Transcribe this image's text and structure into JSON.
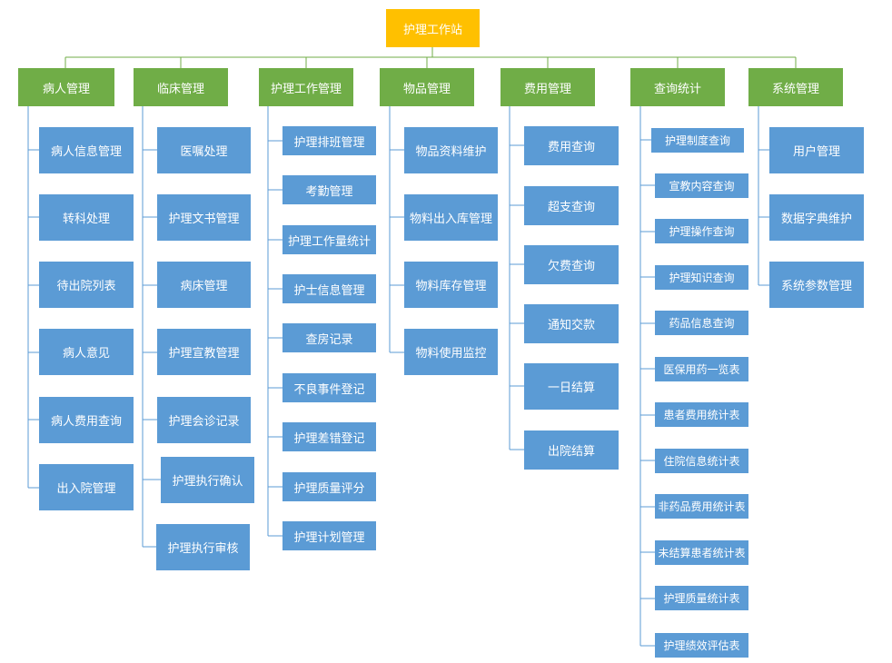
{
  "root": {
    "label": "护理工作站"
  },
  "categories": [
    {
      "label": "病人管理",
      "items": [
        "病人信息管理",
        "转科处理",
        "待出院列表",
        "病人意见",
        "病人费用查询",
        "出入院管理"
      ]
    },
    {
      "label": "临床管理",
      "items": [
        "医嘱处理",
        "护理文书管理",
        "病床管理",
        "护理宣教管理",
        "护理会诊记录",
        "护理执行确认",
        "护理执行审核"
      ]
    },
    {
      "label": "护理工作管理",
      "items": [
        "护理排班管理",
        "考勤管理",
        "护理工作量统计",
        "护士信息管理",
        "查房记录",
        "不良事件登记",
        "护理差错登记",
        "护理质量评分",
        "护理计划管理"
      ]
    },
    {
      "label": "物品管理",
      "items": [
        "物品资料维护",
        "物料出入库管理",
        "物料库存管理",
        "物料使用监控"
      ]
    },
    {
      "label": "费用管理",
      "items": [
        "费用查询",
        "超支查询",
        "欠费查询",
        "通知交款",
        "一日结算",
        "出院结算"
      ]
    },
    {
      "label": "查询统计",
      "items": [
        "护理制度查询",
        "宣教内容查询",
        "护理操作查询",
        "护理知识查询",
        "药品信息查询",
        "医保用药一览表",
        "患者费用统计表",
        "住院信息统计表",
        "非药品费用统计表",
        "未结算患者统计表",
        "护理质量统计表",
        "护理绩效评估表"
      ]
    },
    {
      "label": "系统管理",
      "items": [
        "用户管理",
        "数据字典维护",
        "系统参数管理"
      ]
    }
  ],
  "colors": {
    "root": "#ffc000",
    "category": "#70ad47",
    "leaf": "#5b9bd5",
    "line": "#70ad47",
    "stem": "#5b9bd5"
  }
}
